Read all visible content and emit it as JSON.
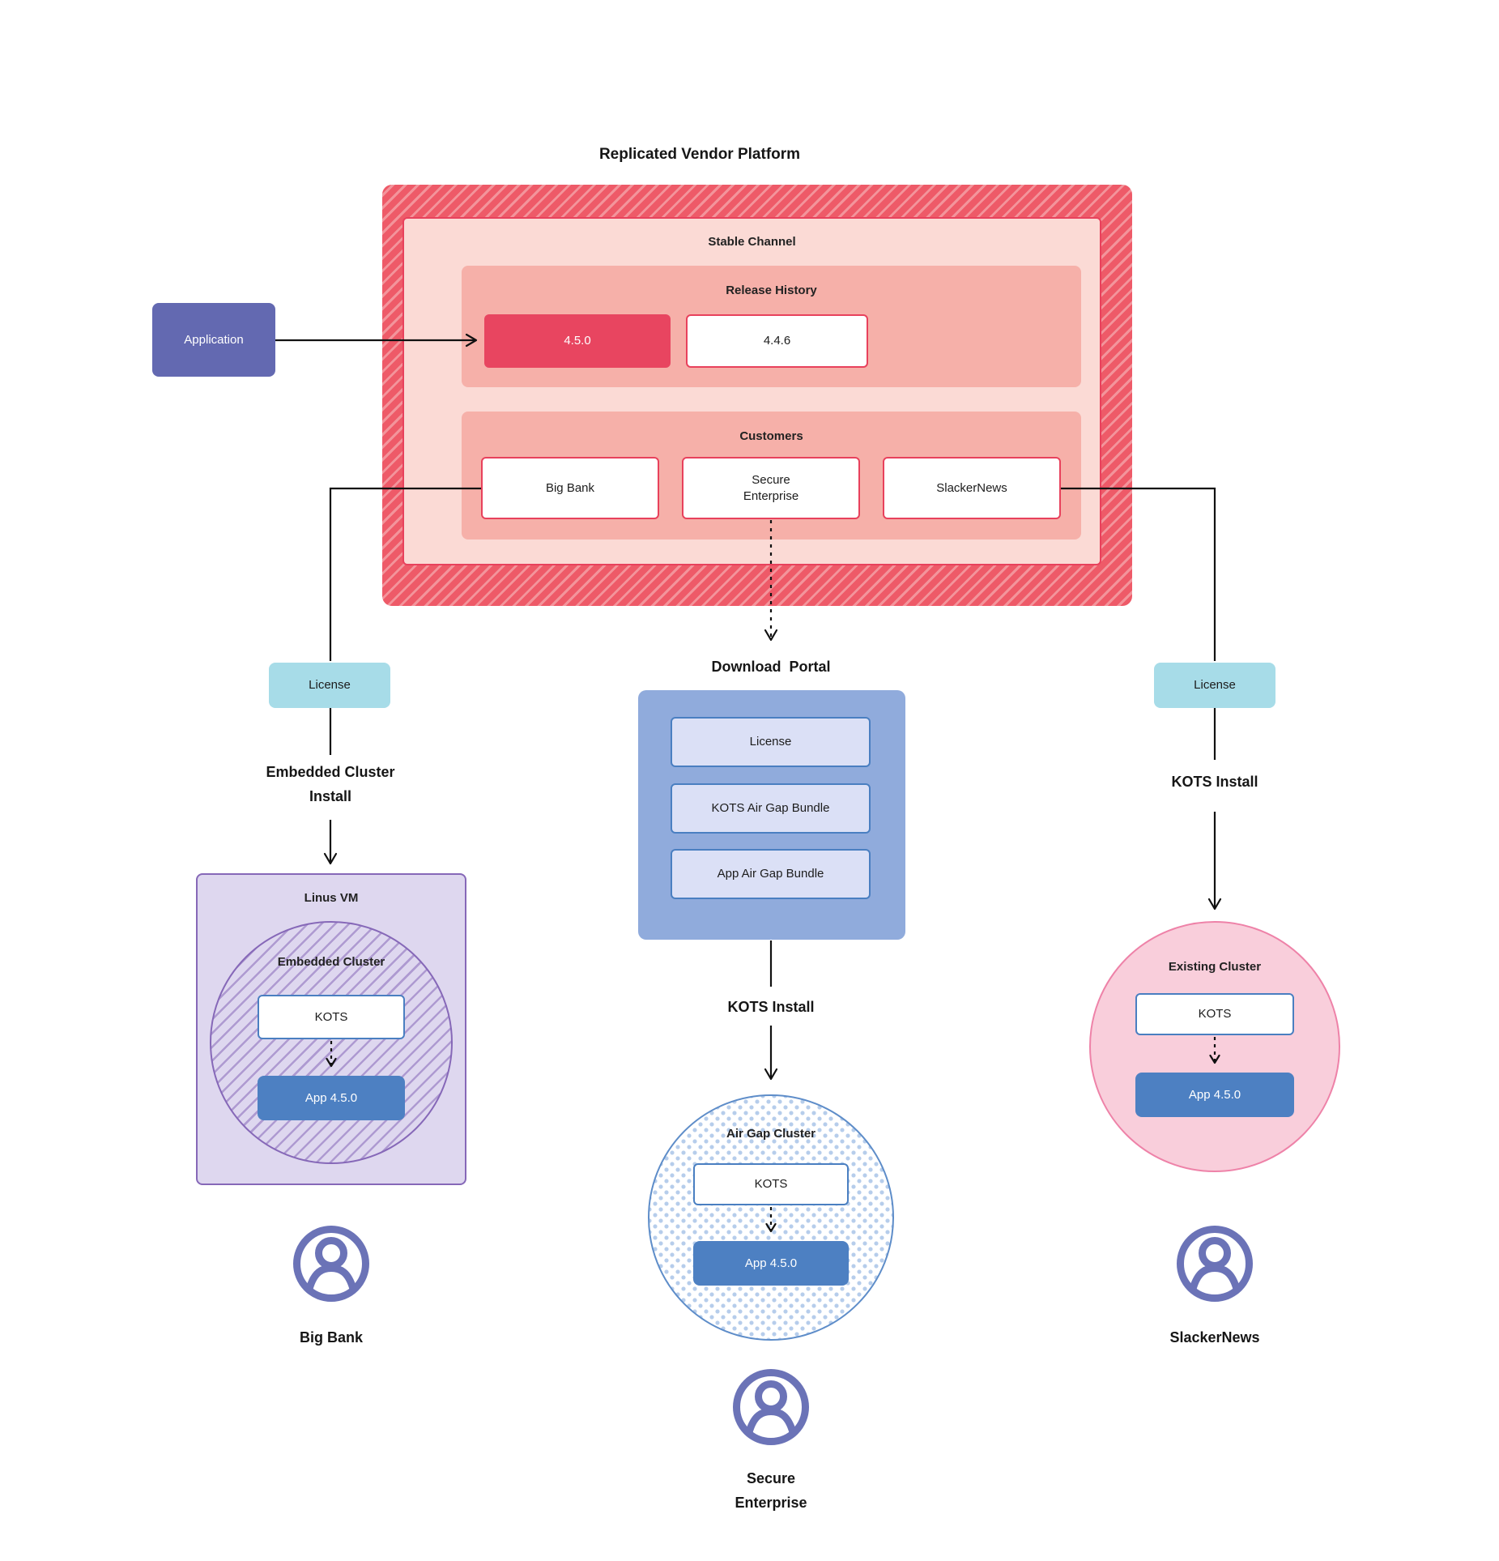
{
  "title": "Replicated Vendor Platform",
  "platform": {
    "stable_channel": {
      "label": "Stable Channel",
      "release_history": {
        "label": "Release History",
        "releases": [
          {
            "version": "4.5.0",
            "current": true
          },
          {
            "version": "4.4.6",
            "current": false
          }
        ]
      },
      "customers": {
        "label": "Customers",
        "items": [
          "Big Bank",
          "Secure Enterprise",
          "SlackerNews"
        ]
      }
    }
  },
  "application": {
    "label": "Application"
  },
  "flows": {
    "embedded": {
      "license_label": "License",
      "install_label": "Embedded Cluster Install",
      "vm_label": "Linus VM",
      "cluster_label": "Embedded Cluster",
      "kots_label": "KOTS",
      "app_label": "App 4.5.0",
      "user_label": "Big Bank"
    },
    "airgap": {
      "portal_label": "Download  Portal",
      "portal_items": [
        "License",
        "KOTS Air Gap Bundle",
        "App Air Gap Bundle"
      ],
      "install_label": "KOTS Install",
      "cluster_label": "Air Gap Cluster",
      "kots_label": "KOTS",
      "app_label": "App 4.5.0",
      "user_label": "Secure Enterprise"
    },
    "existing": {
      "license_label": "License",
      "install_label": "KOTS Install",
      "cluster_label": "Existing Cluster",
      "kots_label": "KOTS",
      "app_label": "App 4.5.0",
      "user_label": "SlackerNews"
    }
  },
  "colors": {
    "platform_stripe_base": "#ee5a68",
    "platform_stripe_light": "#f3949b",
    "platform_border": "#e8415c",
    "stable_fill": "#fbdad5",
    "section_fill": "#f6b0a9",
    "release_current_fill": "#e84560",
    "application_fill": "#6369b1",
    "license_fill": "#a7dce8",
    "portal_fill": "#90abdc",
    "portal_item_fill": "#dbe0f6",
    "blue_border": "#4a7fc1",
    "app_box_fill": "#4d80c2",
    "vm_fill": "#ded7ef",
    "purple_border": "#8668b8",
    "airgap_border": "#5e8dc9",
    "airgap_dot": "#b6cdeb",
    "existing_fill": "#f9cedb",
    "existing_border": "#ee82a8",
    "user_icon": "#6b73b7",
    "connector": "#111111"
  }
}
